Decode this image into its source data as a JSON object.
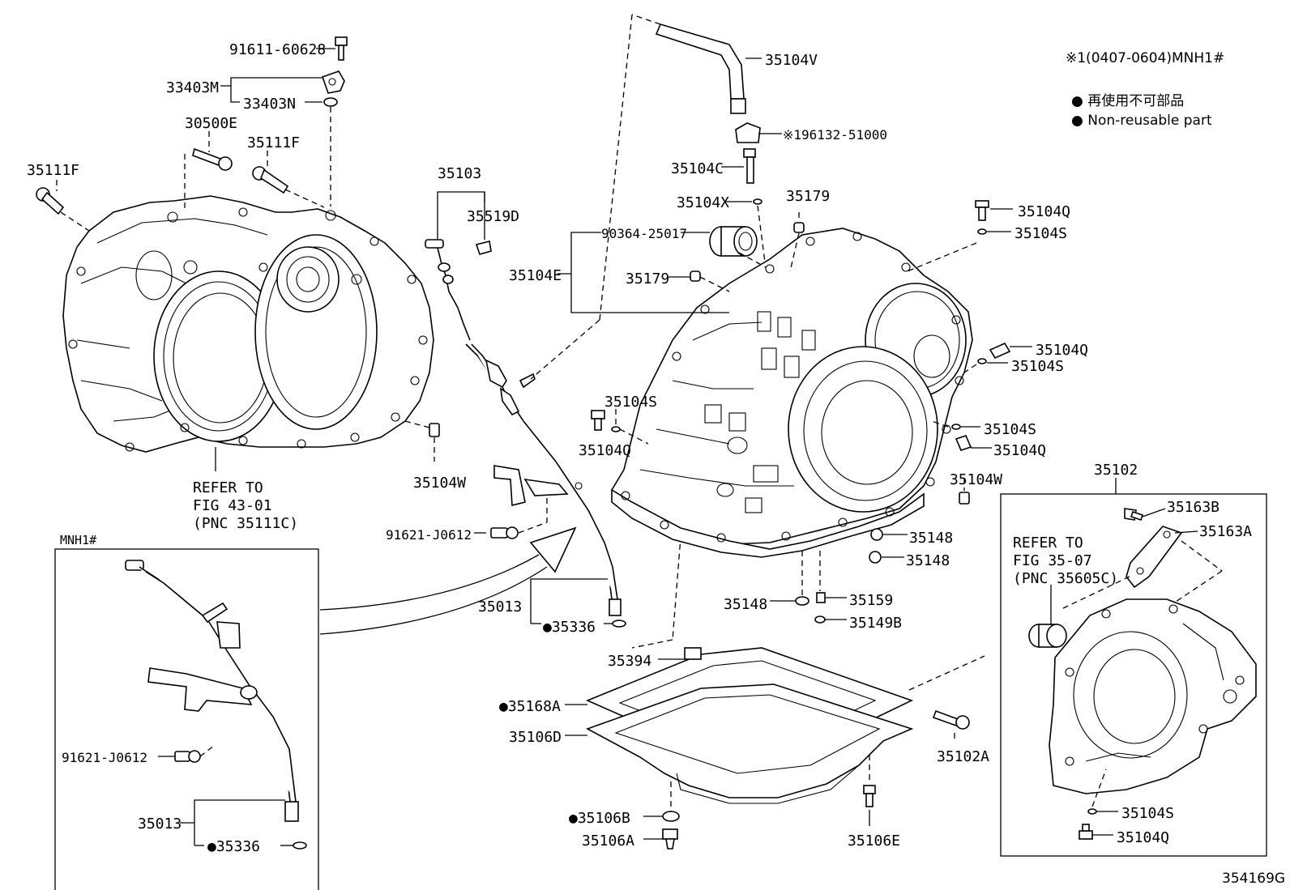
{
  "labels": {
    "p91611_60628": "91611-60628",
    "p33403M": "33403M",
    "p33403N": "33403N",
    "p30500E": "30500E",
    "p35111F_a": "35111F",
    "p35111F_b": "35111F",
    "p35103": "35103",
    "p35519D": "35519D",
    "p35104W_a": "35104W",
    "p35104V": "35104V",
    "p196132": "※196132-51000",
    "p35104C": "35104C",
    "p35104X": "35104X",
    "p35179_a": "35179",
    "p90364": "90364-25017",
    "p35104E": "35104E",
    "p35179_b": "35179",
    "p35104Q_a": "35104Q",
    "p35104S_a": "35104S",
    "p35104Q_b": "35104Q",
    "p35104S_b": "35104S",
    "p35104S_c": "35104S",
    "p35104Q_c": "35104Q",
    "p35104S_d": "35104S",
    "p35104Q_d": "35104Q",
    "p35104W_b": "35104W",
    "p35102": "35102",
    "p35163B": "35163B",
    "p35163A": "35163A",
    "p35148_a": "35148",
    "p35148_b": "35148",
    "p35148_c": "35148",
    "p35159": "35159",
    "p35149B": "35149B",
    "p91621_a": "91621-J0612",
    "p35013_a": "35013",
    "p35336_a": "●35336",
    "p35394": "35394",
    "p35168A": "●35168A",
    "p35106D": "35106D",
    "p35106B": "●35106B",
    "p35106A": "35106A",
    "p35106E": "35106E",
    "p35102A": "35102A",
    "p35104S_e": "35104S",
    "p35104Q_e": "35104Q",
    "p91621_b": "91621-J0612",
    "p35013_b": "35013",
    "p35336_b": "●35336"
  },
  "refer_left": [
    "REFER TO",
    "FIG 43-01",
    "(PNC 35111C)"
  ],
  "refer_right": [
    "REFER TO",
    "FIG 35-07",
    "(PNC 35605C)"
  ],
  "inset_label": "MNH1#",
  "header_note": "※1(0407-0604)MNH1#",
  "legend": [
    "● 再使用不可部品",
    "● Non-reusable part"
  ],
  "figure_id": "354169G",
  "icons": [
    "bolt-icon",
    "o-ring-icon",
    "nut-icon",
    "arrow-icon",
    "bullet-icon"
  ]
}
